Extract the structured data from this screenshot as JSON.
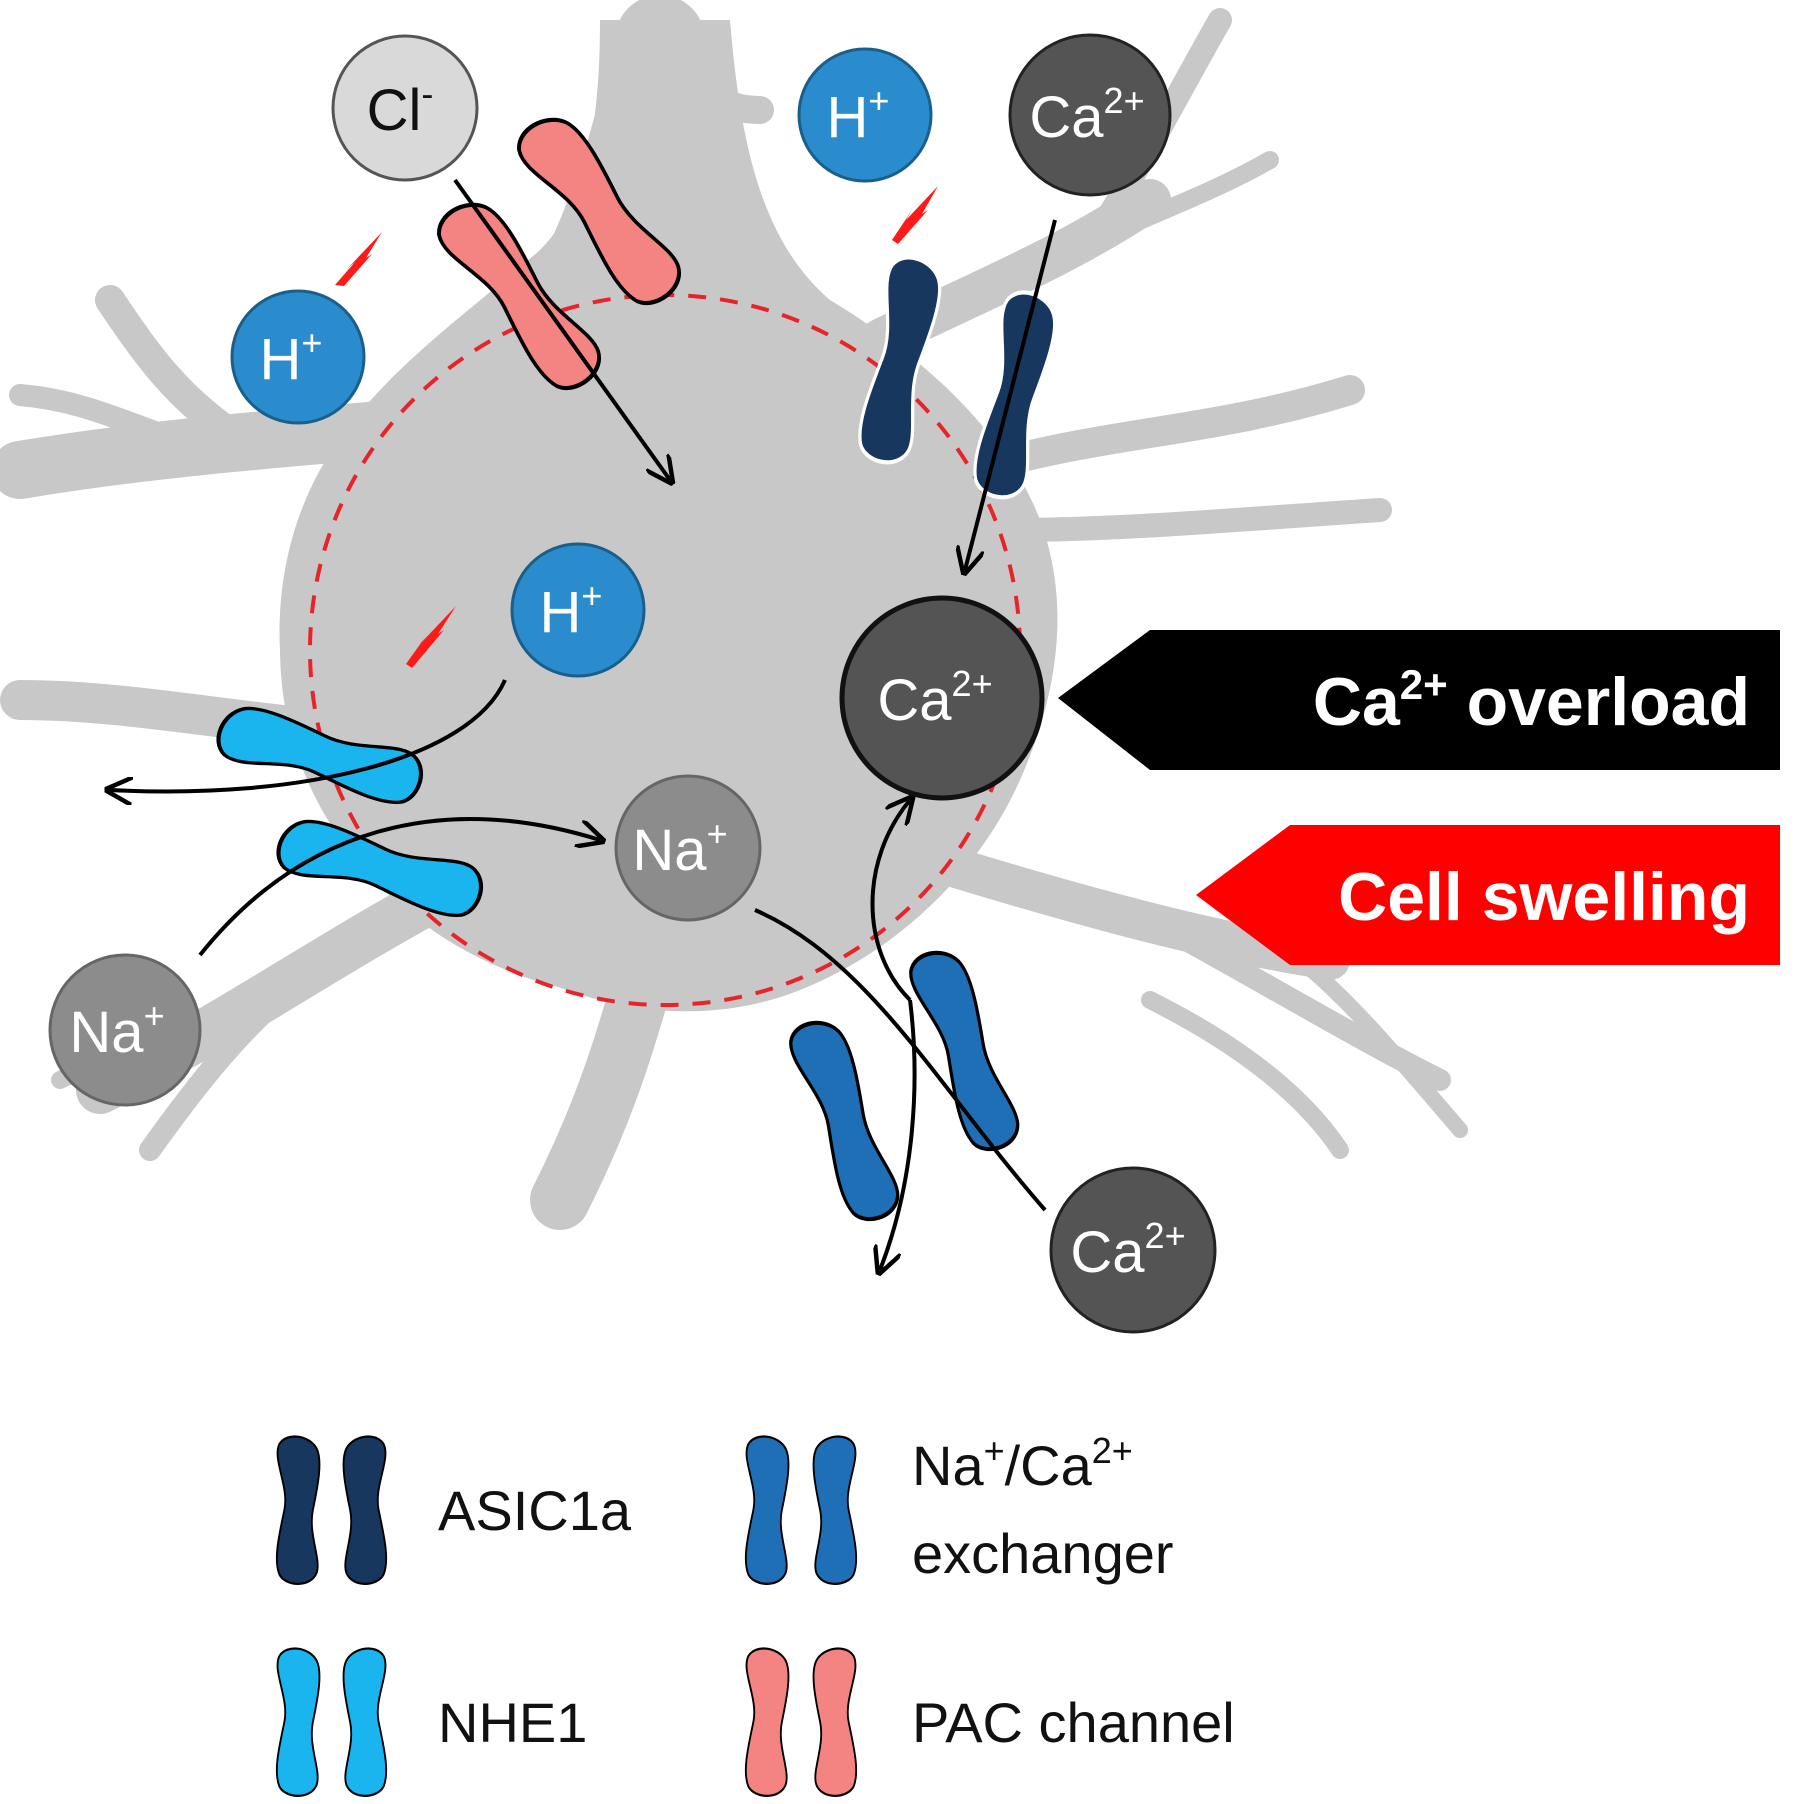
{
  "colors": {
    "background": "#ffffff",
    "cell": "#c8c8c8",
    "membrane": "#e8242b",
    "asic1a": "#17375e",
    "ncx": "#1f6fb6",
    "nhe1": "#1ab4ee",
    "pac": "#f38482",
    "h_ion": "#2a8ccc",
    "cl_ion": "#d9d9d9",
    "na_ion": "#8c8c8c",
    "ca_ion": "#545454",
    "overload_tag": "#000000",
    "swelling_tag": "#ff0000"
  },
  "ions": {
    "cl_out": {
      "symbol": "Cl",
      "charge": "-"
    },
    "h_top": {
      "symbol": "H",
      "charge": "+"
    },
    "ca_top": {
      "symbol": "Ca",
      "charge": "2+"
    },
    "h_left": {
      "symbol": "H",
      "charge": "+"
    },
    "h_inner": {
      "symbol": "H",
      "charge": "+"
    },
    "ca_inner": {
      "symbol": "Ca",
      "charge": "2+"
    },
    "na_inner": {
      "symbol": "Na",
      "charge": "+"
    },
    "na_out": {
      "symbol": "Na",
      "charge": "+"
    },
    "ca_bottom": {
      "symbol": "Ca",
      "charge": "2+"
    }
  },
  "outcomes": {
    "overload": {
      "ion": "Ca",
      "charge": "2+",
      "label": " overload"
    },
    "swelling": {
      "label": "Cell swelling"
    }
  },
  "legend": {
    "asic1a": {
      "label": "ASIC1a"
    },
    "ncx": {
      "line1_a": "Na",
      "line1_a_sup": "+",
      "line1_b": "/Ca",
      "line1_b_sup": "2+",
      "line2": "exchanger"
    },
    "nhe1": {
      "label": "NHE1"
    },
    "pac": {
      "label": "PAC channel"
    }
  }
}
